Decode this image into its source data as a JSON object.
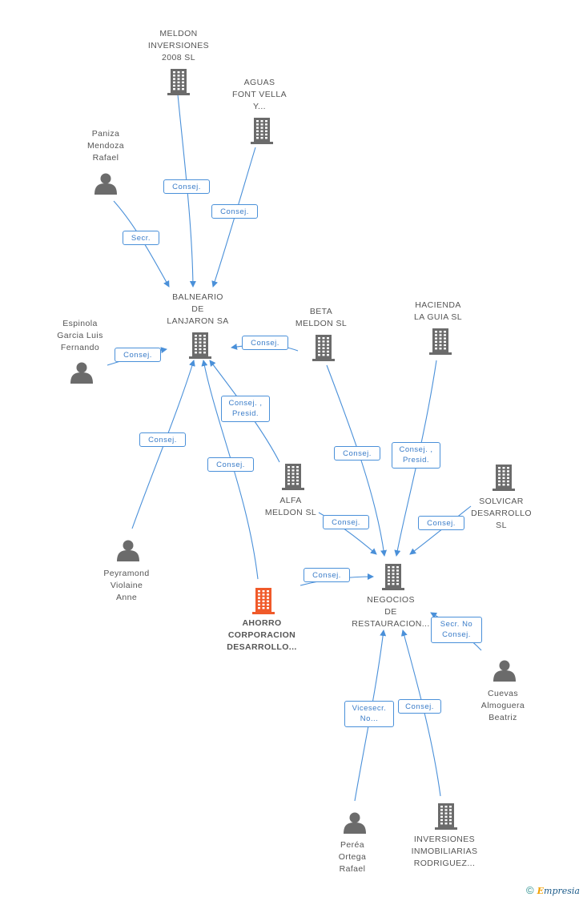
{
  "colors": {
    "edge": "#4a90d9",
    "node": "#6b6b6b",
    "main_node": "#f05a2a",
    "label": "#555555"
  },
  "nodes": [
    {
      "id": "meldon",
      "type": "company",
      "label": "MELDON\nINVERSIONES\n2008 SL"
    },
    {
      "id": "aguas",
      "type": "company",
      "label": "AGUAS\nFONT VELLA\nY..."
    },
    {
      "id": "paniza",
      "type": "person",
      "label": "Paniza\nMendoza\nRafael"
    },
    {
      "id": "balneario",
      "type": "company",
      "label": "BALNEARIO\nDE\nLANJARON SA"
    },
    {
      "id": "espinola",
      "type": "person",
      "label": "Espinola\nGarcia Luis\nFernando"
    },
    {
      "id": "beta",
      "type": "company",
      "label": "BETA\nMELDON SL"
    },
    {
      "id": "hacienda",
      "type": "company",
      "label": "HACIENDA\nLA GUIA SL"
    },
    {
      "id": "alfa",
      "type": "company",
      "label": "ALFA\nMELDON SL"
    },
    {
      "id": "solvicar",
      "type": "company",
      "label": "SOLVICAR\nDESARROLLO\nSL"
    },
    {
      "id": "peyramond",
      "type": "person",
      "label": "Peyramond\nViolaine\nAnne"
    },
    {
      "id": "ahorro",
      "type": "main",
      "label": "AHORRO\nCORPORACION\nDESARROLLO..."
    },
    {
      "id": "negocios",
      "type": "company",
      "label": "NEGOCIOS\nDE\nRESTAURACION..."
    },
    {
      "id": "cuevas",
      "type": "person",
      "label": "Cuevas\nAlmoguera\nBeatriz"
    },
    {
      "id": "perea",
      "type": "person",
      "label": "Peréa\nOrtega\nRafael"
    },
    {
      "id": "inversiones",
      "type": "company",
      "label": "INVERSIONES\nINMOBILIARIAS\nRODRIGUEZ..."
    }
  ],
  "edges": [
    {
      "from": "meldon",
      "to": "balneario",
      "label": "Consej."
    },
    {
      "from": "aguas",
      "to": "balneario",
      "label": "Consej."
    },
    {
      "from": "paniza",
      "to": "balneario",
      "label": "Secr."
    },
    {
      "from": "espinola",
      "to": "balneario",
      "label": "Consej."
    },
    {
      "from": "beta",
      "to": "balneario",
      "label": "Consej."
    },
    {
      "from": "alfa",
      "to": "balneario",
      "label": "Consej. ,\nPresid."
    },
    {
      "from": "peyramond",
      "to": "balneario",
      "label": "Consej."
    },
    {
      "from": "ahorro",
      "to": "balneario",
      "label": "Consej."
    },
    {
      "from": "beta",
      "to": "negocios",
      "label": "Consej."
    },
    {
      "from": "hacienda",
      "to": "negocios",
      "label": "Consej. ,\nPresid."
    },
    {
      "from": "alfa",
      "to": "negocios",
      "label": "Consej."
    },
    {
      "from": "solvicar",
      "to": "negocios",
      "label": "Consej."
    },
    {
      "from": "ahorro",
      "to": "negocios",
      "label": "Consej."
    },
    {
      "from": "cuevas",
      "to": "negocios",
      "label": "Secr.  No\nConsej."
    },
    {
      "from": "perea",
      "to": "negocios",
      "label": "Vicesecr.\nNo..."
    },
    {
      "from": "inversiones",
      "to": "negocios",
      "label": "Consej."
    }
  ],
  "brand": {
    "copyright": "©",
    "e": "E",
    "rest": "mpresia"
  }
}
